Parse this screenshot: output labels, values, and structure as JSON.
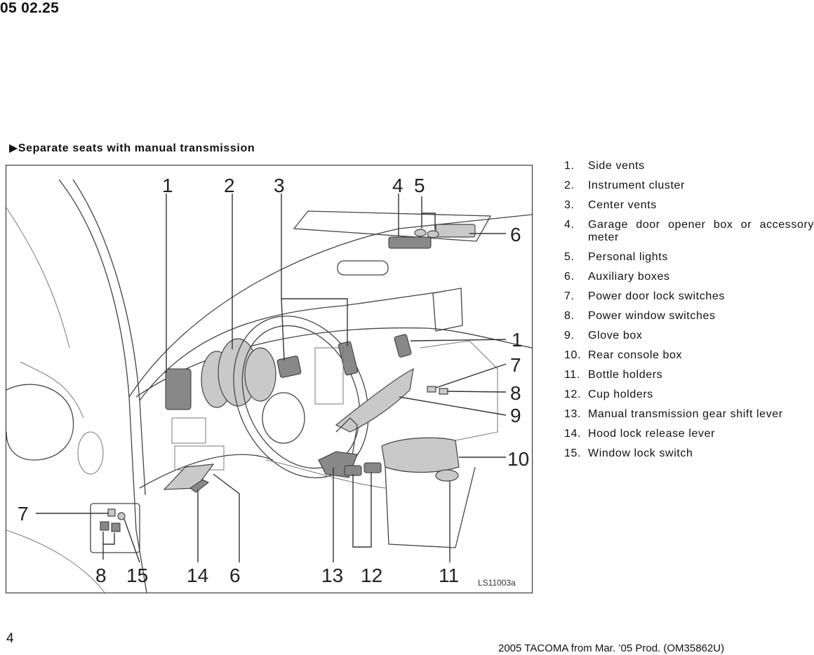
{
  "header": {
    "doc_code": "05 02.25"
  },
  "section": {
    "heading": "▶Separate seats with manual transmission"
  },
  "figure": {
    "code": "LS11003a",
    "callouts": [
      "1",
      "2",
      "3",
      "4",
      "5",
      "6",
      "1",
      "7",
      "8",
      "9",
      "10",
      "7",
      "8",
      "15",
      "14",
      "6",
      "13",
      "12",
      "11"
    ]
  },
  "parts": [
    {
      "num": "1.",
      "label": "Side vents"
    },
    {
      "num": "2.",
      "label": "Instrument cluster"
    },
    {
      "num": "3.",
      "label": "Center vents"
    },
    {
      "num": "4.",
      "label": "Garage door opener box or accessory meter"
    },
    {
      "num": "5.",
      "label": "Personal lights"
    },
    {
      "num": "6.",
      "label": "Auxiliary boxes"
    },
    {
      "num": "7.",
      "label": "Power door lock switches"
    },
    {
      "num": "8.",
      "label": "Power window switches"
    },
    {
      "num": "9.",
      "label": "Glove box"
    },
    {
      "num": "10.",
      "label": "Rear console box"
    },
    {
      "num": "11.",
      "label": "Bottle holders"
    },
    {
      "num": "12.",
      "label": "Cup holders"
    },
    {
      "num": "13.",
      "label": "Manual transmission gear shift lever"
    },
    {
      "num": "14.",
      "label": "Hood lock release lever"
    },
    {
      "num": "15.",
      "label": "Window lock switch"
    }
  ],
  "footer": {
    "page_number": "4",
    "text": "2005 TACOMA from Mar. ’05 Prod. (OM35862U)"
  }
}
